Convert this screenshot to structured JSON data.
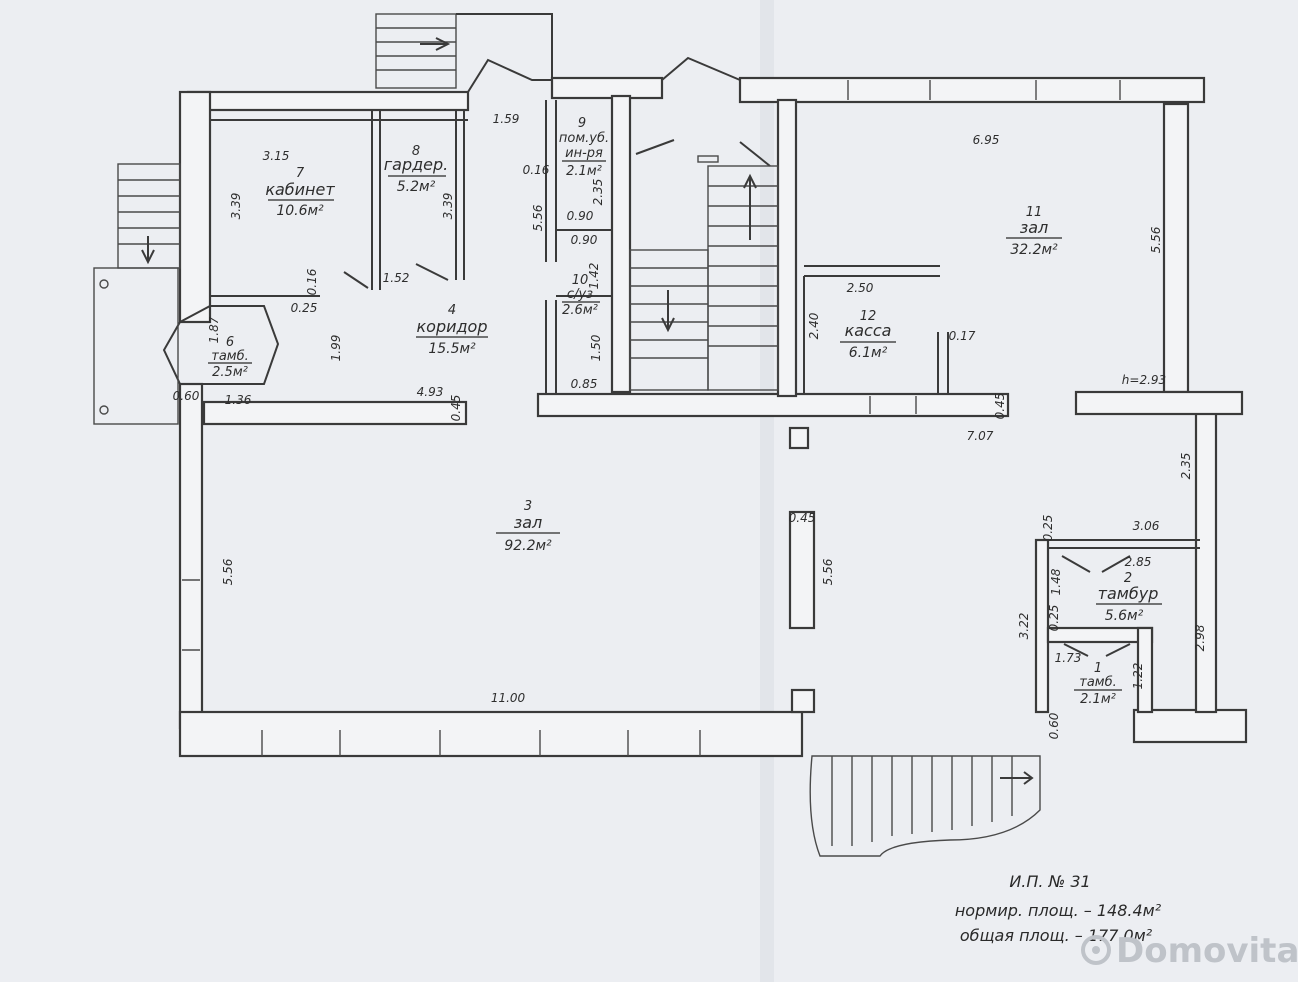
{
  "rooms": [
    {
      "id": "r7",
      "number": "7",
      "name": "кабинет",
      "area": "10.6м²"
    },
    {
      "id": "r8",
      "number": "8",
      "name": "гардер.",
      "area": "5.2м²"
    },
    {
      "id": "r9",
      "number": "9",
      "name": "пом.уб.",
      "name2": "ин-ря",
      "area": "2.1м²"
    },
    {
      "id": "r10",
      "number": "10",
      "name": "с/уз",
      "area": "2.6м²"
    },
    {
      "id": "r11",
      "number": "11",
      "name": "зал",
      "area": "32.2м²"
    },
    {
      "id": "r12",
      "number": "12",
      "name": "касса",
      "area": "6.1м²"
    },
    {
      "id": "r4",
      "number": "4",
      "name": "коридор",
      "area": "15.5м²"
    },
    {
      "id": "r6",
      "number": "6",
      "name": "тамб.",
      "area": "2.5м²"
    },
    {
      "id": "r3",
      "number": "3",
      "name": "зал",
      "area": "92.2м²"
    },
    {
      "id": "r2",
      "number": "2",
      "name": "тамбур",
      "area": "5.6м²"
    },
    {
      "id": "r1",
      "number": "1",
      "name": "тамб.",
      "area": "2.1м²"
    }
  ],
  "dimensions": [
    {
      "id": "d1",
      "text": "1.59"
    },
    {
      "id": "d2",
      "text": "3.15"
    },
    {
      "id": "d3",
      "text": "3.39"
    },
    {
      "id": "d4",
      "text": "3.39"
    },
    {
      "id": "d5",
      "text": "0.16"
    },
    {
      "id": "d6",
      "text": "2.35"
    },
    {
      "id": "d7",
      "text": "5.56"
    },
    {
      "id": "d8",
      "text": "0.90"
    },
    {
      "id": "d9",
      "text": "0.90"
    },
    {
      "id": "d10",
      "text": "0.16"
    },
    {
      "id": "d11",
      "text": "1.52"
    },
    {
      "id": "d12",
      "text": "1.42"
    },
    {
      "id": "d13",
      "text": "0.25"
    },
    {
      "id": "d14",
      "text": "1.87"
    },
    {
      "id": "d15",
      "text": "1.99"
    },
    {
      "id": "d16",
      "text": "1.50"
    },
    {
      "id": "d17",
      "text": "0.60"
    },
    {
      "id": "d18",
      "text": "1.36"
    },
    {
      "id": "d19",
      "text": "4.93"
    },
    {
      "id": "d20",
      "text": "0.45"
    },
    {
      "id": "d21",
      "text": "0.85"
    },
    {
      "id": "d22",
      "text": "6.95"
    },
    {
      "id": "d23",
      "text": "5.56"
    },
    {
      "id": "d24",
      "text": "2.50"
    },
    {
      "id": "d25",
      "text": "2.40"
    },
    {
      "id": "d26",
      "text": "0.17"
    },
    {
      "id": "d27",
      "text": "h=2.93"
    },
    {
      "id": "d28",
      "text": "0.45"
    },
    {
      "id": "d29",
      "text": "7.07"
    },
    {
      "id": "d30",
      "text": "2.35"
    },
    {
      "id": "d31",
      "text": "0.45"
    },
    {
      "id": "d32",
      "text": "5.56"
    },
    {
      "id": "d33",
      "text": "5.56"
    },
    {
      "id": "d34",
      "text": "0.25"
    },
    {
      "id": "d35",
      "text": "3.06"
    },
    {
      "id": "d36",
      "text": "2.85"
    },
    {
      "id": "d37",
      "text": "1.48"
    },
    {
      "id": "d38",
      "text": "0.25"
    },
    {
      "id": "d39",
      "text": "3.22"
    },
    {
      "id": "d40",
      "text": "2.98"
    },
    {
      "id": "d41",
      "text": "1.73"
    },
    {
      "id": "d42",
      "text": "1.22"
    },
    {
      "id": "d43",
      "text": "11.00"
    },
    {
      "id": "d44",
      "text": "0.60"
    }
  ],
  "title_block": {
    "line1": "И.П. № 31",
    "line2": "нормир. площ. – 148.4м²",
    "line3": "общая площ. – 177.0м²"
  },
  "watermark": "Domovita"
}
